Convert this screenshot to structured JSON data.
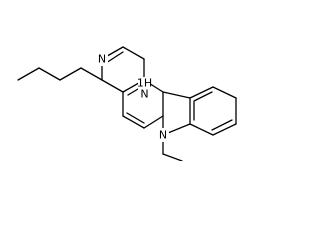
{
  "structure": {
    "atom_labels": {
      "n3": "N",
      "n1h": "1H",
      "n1h_atom": "N",
      "n7": "N"
    },
    "colors": {
      "bond": "#000000",
      "text": "#000000",
      "background": "#ffffff"
    }
  }
}
